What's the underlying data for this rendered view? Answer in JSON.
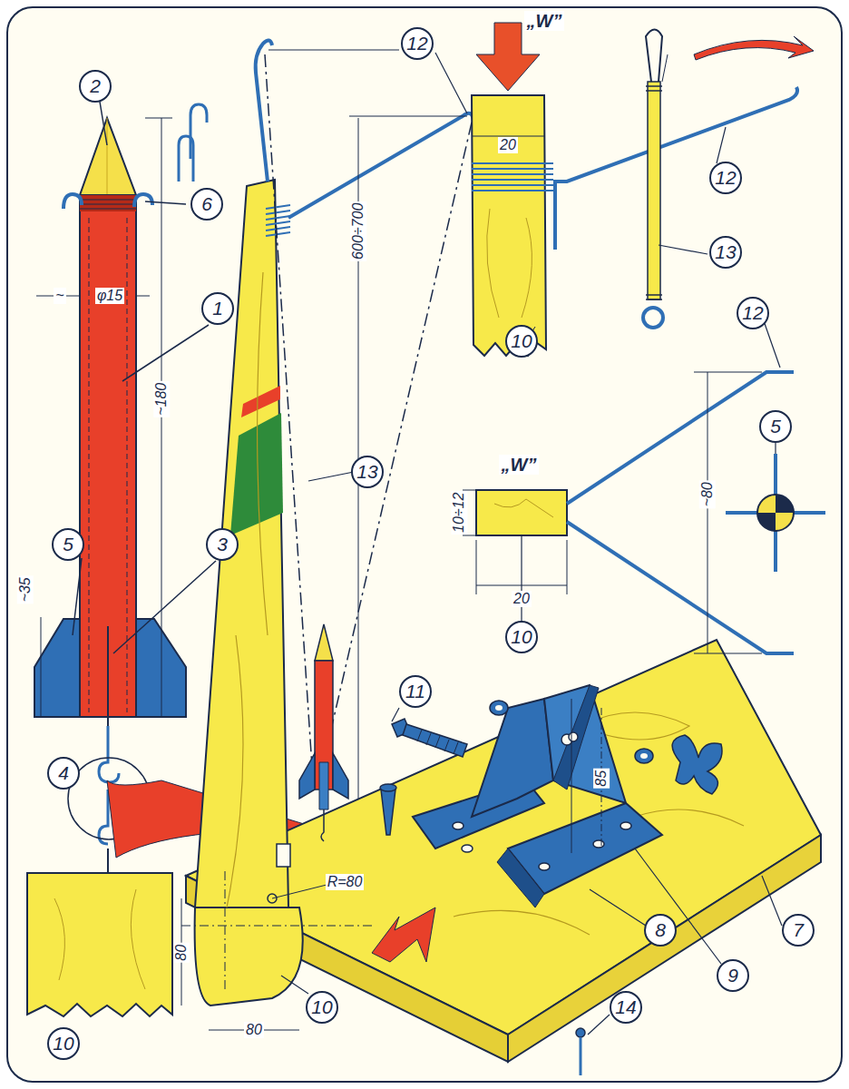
{
  "diagram": {
    "labels": [
      "2",
      "6",
      "12",
      "„W”",
      "12",
      "20",
      "13",
      "1",
      "~",
      "φ15",
      "12",
      "600÷700",
      "10",
      "~180",
      "13",
      "„W”",
      "5",
      "10÷12",
      "~80",
      "3",
      "5",
      "~35",
      "20",
      "10",
      "11",
      "4",
      "85",
      "R=80",
      "8",
      "7",
      "80",
      "9",
      "10",
      "80",
      "14",
      "10"
    ]
  }
}
